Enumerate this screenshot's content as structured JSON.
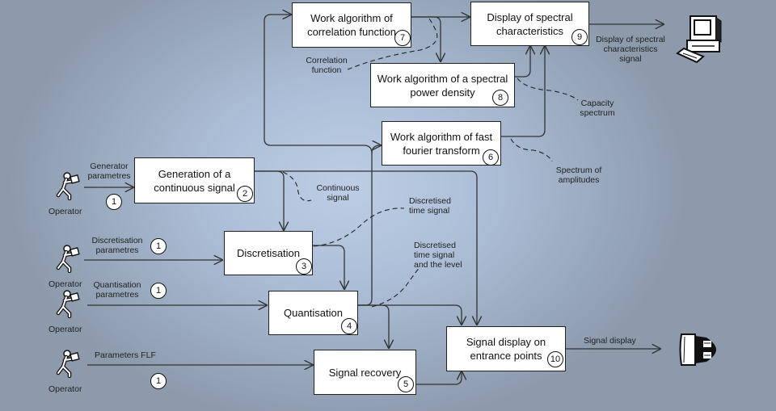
{
  "diagram": {
    "blocks": [
      {
        "id": "b7",
        "label": "Work algorithm of correlation function",
        "num": "7"
      },
      {
        "id": "b9",
        "label": "Display of spectral characteristics",
        "num": "9"
      },
      {
        "id": "b8",
        "label": "Work algorithm of a spectral power density",
        "num": "8"
      },
      {
        "id": "b6",
        "label": "Work algorithm of fast fourier transform",
        "num": "6"
      },
      {
        "id": "b2",
        "label": "Generation of a continuous signal",
        "num": "2"
      },
      {
        "id": "b3",
        "label": "Discretisation",
        "num": "3"
      },
      {
        "id": "b4",
        "label": "Quantisation",
        "num": "4"
      },
      {
        "id": "b5",
        "label": "Signal recovery",
        "num": "5"
      },
      {
        "id": "b10",
        "label": "Signal display on entrance points",
        "num": "10"
      }
    ],
    "inputs": [
      {
        "operator": "Operator",
        "label": "Generator parametres",
        "num": "1"
      },
      {
        "operator": "Operator",
        "label": "Discretisation parametres",
        "num": "1"
      },
      {
        "operator": "Operator",
        "label": "Quantisation parametres",
        "num": "1"
      },
      {
        "operator": "Operator",
        "label": "Parameters FLF",
        "num": "1"
      }
    ],
    "annotations": {
      "correlation": "Correlation function",
      "spectral_signal": "Display of spectral characteristics signal",
      "capacity": "Capacity spectrum",
      "amplitudes": "Spectrum of amplitudes",
      "continuous": "Continuous signal",
      "discretised": "Discretised time signal",
      "discretised_level": "Discretised time signal and the level",
      "signal_display": "Signal display"
    },
    "devices": {
      "computer": "computer-icon",
      "monitor": "oscilloscope-display-icon"
    }
  }
}
